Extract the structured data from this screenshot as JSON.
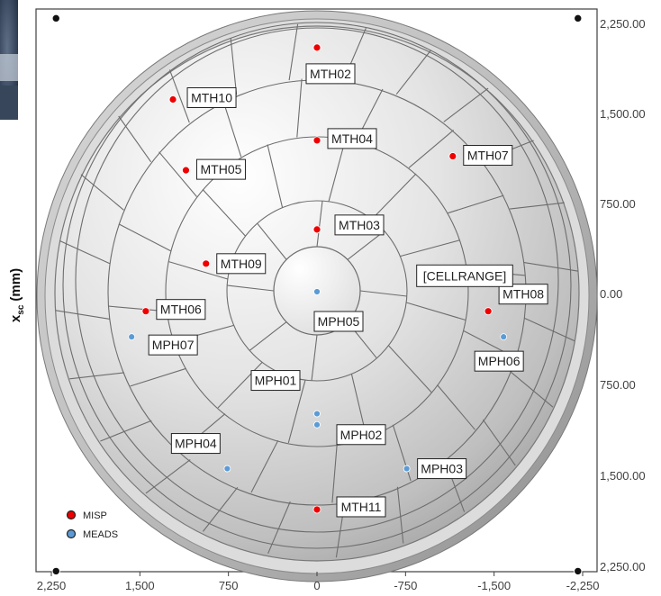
{
  "chart_data": {
    "type": "scatter",
    "ylabel": "x",
    "ylabel_subscript": "sc",
    "ylabel_unit": "(mm)",
    "x_ticks": [
      "2,250",
      "1,500",
      "750",
      "0",
      "-750",
      "-1,500",
      "-2,250"
    ],
    "y_ticks": [
      "2,250.00",
      "1,500.00",
      "750.00",
      "0.00",
      "750.00",
      "1,500.00",
      "2,250.00"
    ],
    "xlim": [
      2250,
      -2250
    ],
    "ylim": [
      -2250,
      2250
    ],
    "legend_position": "bottom-left",
    "series": [
      {
        "name": "MISP",
        "color": "#ee0000",
        "points": [
          {
            "label": "MTH02",
            "x": 0,
            "y": 2000
          },
          {
            "label": "MTH10",
            "x": 1220,
            "y": 1575
          },
          {
            "label": "MTH04",
            "x": 0,
            "y": 1240
          },
          {
            "label": "MTH07",
            "x": -1150,
            "y": 1110
          },
          {
            "label": "MTH05",
            "x": 1110,
            "y": 995
          },
          {
            "label": "MTH03",
            "x": 0,
            "y": 510
          },
          {
            "label": "MTH09",
            "x": 940,
            "y": 230
          },
          {
            "label": "MTH08",
            "x": -1450,
            "y": -160
          },
          {
            "label": "MTH06",
            "x": 1450,
            "y": -160
          },
          {
            "label": "MTH11",
            "x": 0,
            "y": -1785
          }
        ]
      },
      {
        "name": "MEADS",
        "color": "#5b9bd5",
        "points": [
          {
            "label": "MPH05",
            "x": 0,
            "y": 0
          },
          {
            "label": "MPH07",
            "x": 1570,
            "y": -370
          },
          {
            "label": "MPH06",
            "x": -1580,
            "y": -370
          },
          {
            "label": "MPH01",
            "x": 0,
            "y": -1000
          },
          {
            "label": "MPH02",
            "x": 0,
            "y": -1090
          },
          {
            "label": "MPH04",
            "x": 760,
            "y": -1450
          },
          {
            "label": "MPH03",
            "x": -760,
            "y": -1450
          }
        ]
      }
    ],
    "annotations": [
      {
        "text": "[CELLRANGE]",
        "x": -890,
        "y": 160
      }
    ],
    "corner_markers": [
      {
        "x": 2210,
        "y": 2240
      },
      {
        "x": -2210,
        "y": 2240
      },
      {
        "x": 2210,
        "y": -2290
      },
      {
        "x": -2210,
        "y": -2290
      }
    ]
  }
}
